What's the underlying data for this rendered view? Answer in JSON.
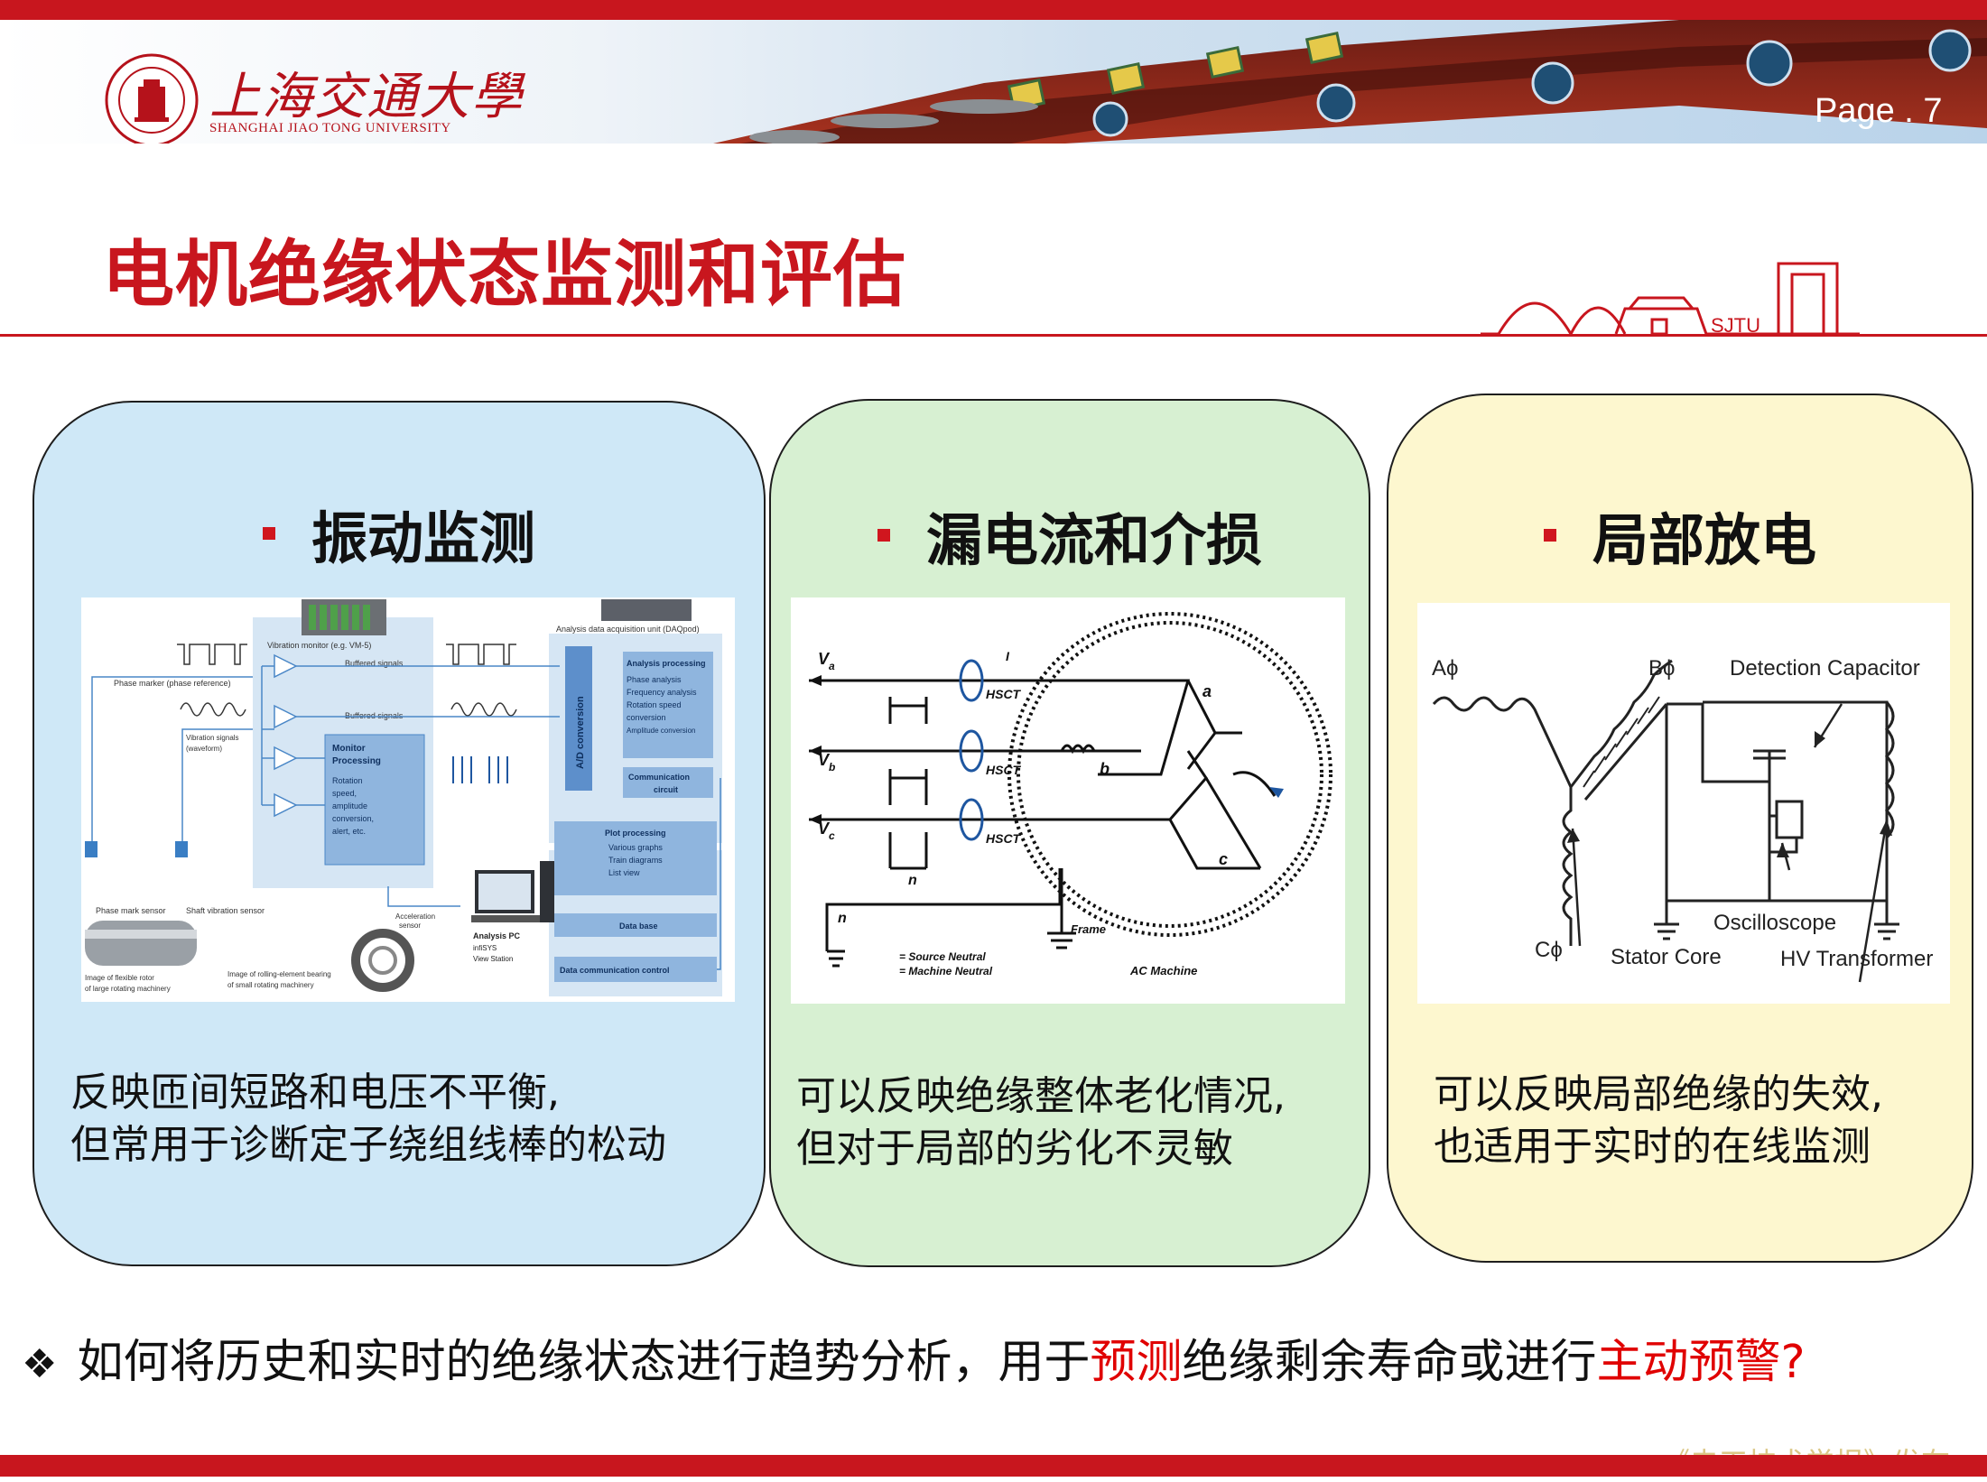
{
  "header": {
    "university_cn": "上海交通大學",
    "university_en": "SHANGHAI JIAO TONG UNIVERSITY",
    "page_label": "Page . 7",
    "skyline_text": "SJTU"
  },
  "title": "电机绝缘状态监测和评估",
  "panels": [
    {
      "heading": "振动监测",
      "text_line1": "反映匝间短路和电压不平衡,",
      "text_line2": "但常用于诊断定子绕组线棒的松动",
      "diagram": {
        "vibration_monitor": "Vibration monitor (e.g. VM-5)",
        "daq": "Analysis data acquisition unit (DAQpod)",
        "buffered1": "Buffered signals",
        "buffered2": "Buffered signals",
        "phase_marker": "Phase marker (phase reference)",
        "vib_signals_1": "Vibration signals",
        "vib_signals_2": "(waveform)",
        "monitor_title_1": "Monitor",
        "monitor_title_2": "Processing",
        "monitor_items": [
          "Rotation",
          "speed,",
          "amplitude",
          "conversion,",
          "alert, etc."
        ],
        "ad_conversion": "A/D conversion",
        "analysis_title": "Analysis processing",
        "analysis_items": [
          "Phase analysis",
          "Frequency analysis",
          "Rotation speed",
          "conversion",
          "Amplitude conversion"
        ],
        "comm_circuit_1": "Communication",
        "comm_circuit_2": "circuit",
        "plot_title": "Plot processing",
        "plot_items": [
          "Various graphs",
          "Train diagrams",
          "List view"
        ],
        "database": "Data base",
        "data_comm": "Data communication control",
        "phase_sensor": "Phase mark sensor",
        "shaft_sensor": "Shaft vibration sensor",
        "accel_1": "Acceleration",
        "accel_2": "sensor",
        "analysis_pc": "Analysis PC",
        "infisys": "infiSYS",
        "view_station": "View Station",
        "rotor_1": "Image of flexible rotor",
        "rotor_2": "of large rotating machinery",
        "bearing_1": "Image of rolling-element bearing",
        "bearing_2": "of small rotating machinery"
      }
    },
    {
      "heading": "漏电流和介损",
      "text_line1": "可以反映绝缘整体老化情况,",
      "text_line2": "但对于局部的劣化不灵敏",
      "diagram": {
        "va": "V",
        "va_sub": "a",
        "vb": "V",
        "vb_sub": "b",
        "vc": "V",
        "vc_sub": "c",
        "hsct": "HSCT",
        "ia_iai": "I",
        "node_a": "a",
        "node_b": "b",
        "node_c": "c",
        "nm": "n",
        "ns": "n",
        "frame": "Frame",
        "ac_machine": "AC Machine",
        "legend_1": "= Source Neutral",
        "legend_2": "= Machine Neutral"
      }
    },
    {
      "heading": "局部放电",
      "text_line1": "可以反映局部绝缘的失效,",
      "text_line2": "也适用于实时的在线监测",
      "diagram": {
        "a_phi": "Aϕ",
        "b_phi": "Bϕ",
        "c_phi": "Cϕ",
        "detection_capacitor": "Detection Capacitor",
        "oscilloscope": "Oscilloscope",
        "stator_core": "Stator Core",
        "hv_transformer": "HV Transformer"
      }
    }
  ],
  "question": {
    "part1": "如何将历史和实时的绝缘状态进行趋势分析，用于",
    "red1": "预测",
    "part2": "绝缘剩余寿命或进行",
    "red2": "主动预警",
    "part3": "?"
  },
  "watermark": "《电工技术学报》发布",
  "colors": {
    "brand_red": "#c8161e",
    "panel1": "#cfe8f7",
    "panel2": "#d7f0d2",
    "panel3": "#fdf7cf"
  }
}
